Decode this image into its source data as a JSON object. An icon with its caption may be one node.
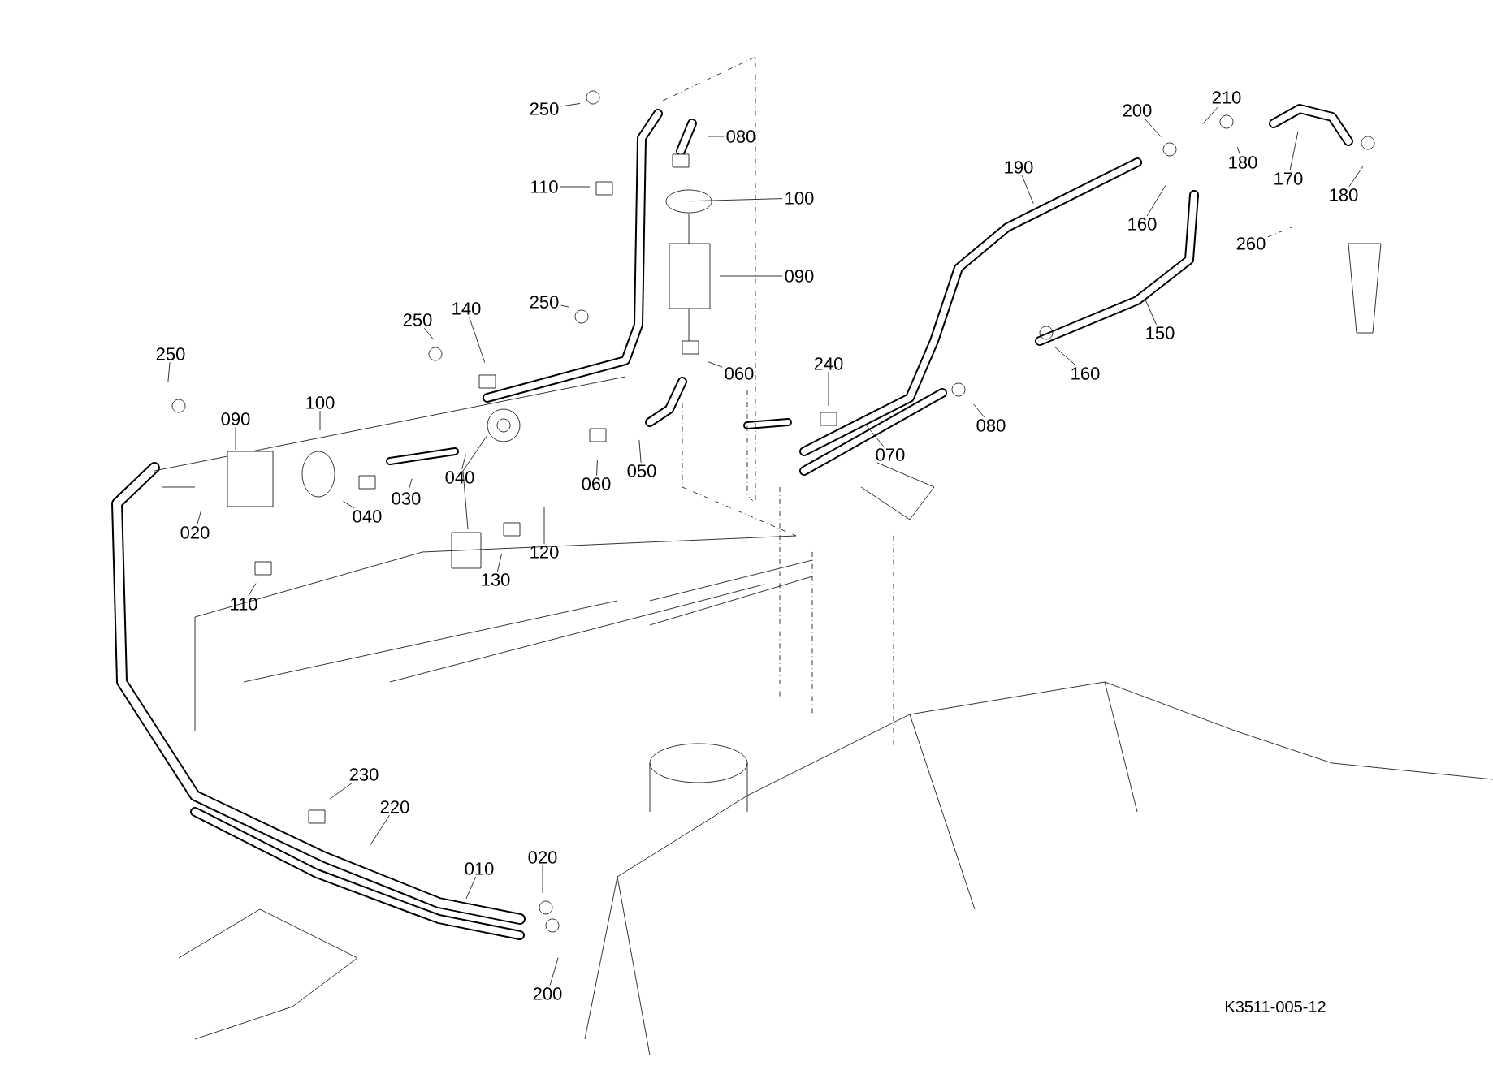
{
  "diagram": {
    "nodes": [
      {
        "text": [
          "250"
        ]
      },
      {
        "text": [
          "080"
        ]
      },
      {
        "text": [
          "110"
        ]
      },
      {
        "text": [
          "100"
        ]
      },
      {
        "text": [
          "090"
        ]
      },
      {
        "text": [
          "250"
        ]
      },
      {
        "text": [
          "140"
        ]
      },
      {
        "text": [
          "250"
        ]
      },
      {
        "text": [
          "250"
        ]
      },
      {
        "text": [
          "060"
        ]
      },
      {
        "text": [
          "090"
        ]
      },
      {
        "text": [
          "100"
        ]
      },
      {
        "text": [
          "020"
        ]
      },
      {
        "text": [
          "040"
        ]
      },
      {
        "text": [
          "030"
        ]
      },
      {
        "text": [
          "040"
        ]
      },
      {
        "text": [
          "120"
        ]
      },
      {
        "text": [
          "130"
        ]
      },
      {
        "text": [
          "060"
        ]
      },
      {
        "text": [
          "050"
        ]
      },
      {
        "text": [
          "110"
        ]
      },
      {
        "text": [
          "240"
        ]
      },
      {
        "text": [
          "070"
        ]
      },
      {
        "text": [
          "080"
        ]
      },
      {
        "text": [
          "190"
        ]
      },
      {
        "text": [
          "200"
        ]
      },
      {
        "text": [
          "210"
        ]
      },
      {
        "text": [
          "180"
        ]
      },
      {
        "text": [
          "170"
        ]
      },
      {
        "text": [
          "180"
        ]
      },
      {
        "text": [
          "260"
        ]
      },
      {
        "text": [
          "160"
        ]
      },
      {
        "text": [
          "150"
        ]
      },
      {
        "text": [
          "160"
        ]
      },
      {
        "text": [
          "230"
        ]
      },
      {
        "text": [
          "220"
        ]
      },
      {
        "text": [
          "010"
        ]
      },
      {
        "text": [
          "020"
        ]
      },
      {
        "text": [
          "200"
        ]
      }
    ],
    "edges": [
      {
        "from": 0,
        "to": null,
        "arrow": "none"
      },
      {
        "from": 1,
        "to": null,
        "arrow": "none"
      },
      {
        "from": 2,
        "to": null,
        "arrow": "none"
      },
      {
        "from": 3,
        "to": null,
        "arrow": "none"
      },
      {
        "from": 4,
        "to": null,
        "arrow": "none"
      },
      {
        "from": 5,
        "to": null,
        "arrow": "none"
      },
      {
        "from": 6,
        "to": null,
        "arrow": "none"
      },
      {
        "from": 7,
        "to": null,
        "arrow": "none"
      },
      {
        "from": 8,
        "to": null,
        "arrow": "none"
      },
      {
        "from": 9,
        "to": null,
        "arrow": "none"
      },
      {
        "from": 10,
        "to": null,
        "arrow": "none"
      },
      {
        "from": 11,
        "to": null,
        "arrow": "none"
      },
      {
        "from": 12,
        "to": null,
        "arrow": "none"
      },
      {
        "from": 13,
        "to": null,
        "arrow": "none"
      },
      {
        "from": 14,
        "to": null,
        "arrow": "none"
      },
      {
        "from": 15,
        "to": null,
        "arrow": "none"
      },
      {
        "from": 16,
        "to": null,
        "arrow": "none"
      },
      {
        "from": 17,
        "to": null,
        "arrow": "none"
      },
      {
        "from": 18,
        "to": null,
        "arrow": "none"
      },
      {
        "from": 19,
        "to": null,
        "arrow": "none"
      },
      {
        "from": 20,
        "to": null,
        "arrow": "none"
      },
      {
        "from": 21,
        "to": null,
        "arrow": "none"
      },
      {
        "from": 22,
        "to": null,
        "arrow": "none"
      },
      {
        "from": 23,
        "to": null,
        "arrow": "none"
      },
      {
        "from": 24,
        "to": null,
        "arrow": "none"
      },
      {
        "from": 25,
        "to": null,
        "arrow": "none"
      },
      {
        "from": 26,
        "to": null,
        "arrow": "none"
      },
      {
        "from": 27,
        "to": null,
        "arrow": "none"
      },
      {
        "from": 28,
        "to": null,
        "arrow": "none"
      },
      {
        "from": 29,
        "to": null,
        "arrow": "none"
      },
      {
        "from": 30,
        "to": null,
        "arrow": "none",
        "style": "dashed"
      },
      {
        "from": 31,
        "to": null,
        "arrow": "none"
      },
      {
        "from": 32,
        "to": null,
        "arrow": "none"
      },
      {
        "from": 33,
        "to": null,
        "arrow": "none"
      },
      {
        "from": 34,
        "to": null,
        "arrow": "none"
      },
      {
        "from": 35,
        "to": null,
        "arrow": "none"
      },
      {
        "from": 36,
        "to": null,
        "arrow": "none"
      },
      {
        "from": 37,
        "to": null,
        "arrow": "none"
      },
      {
        "from": 38,
        "to": null,
        "arrow": "none"
      }
    ],
    "labels": [
      "K3511-005-12"
    ]
  }
}
